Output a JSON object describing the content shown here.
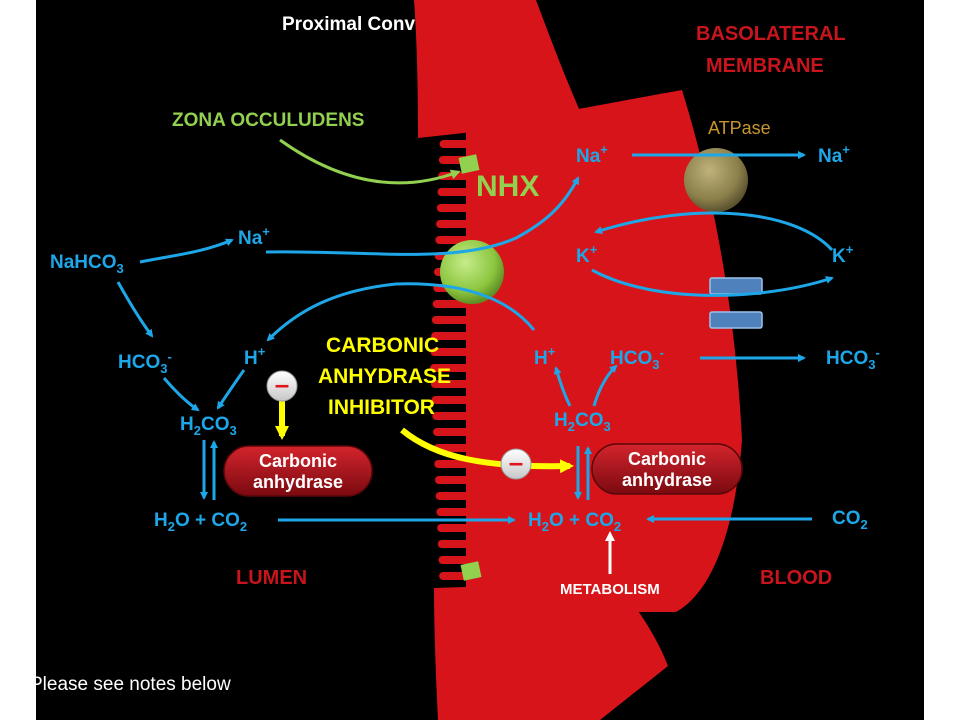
{
  "title": "Proximal Convoluted Tubule",
  "labels": {
    "basolateral_line1": "BASOLATERAL",
    "basolateral_line2": "MEMBRANE",
    "zona_occludens": "ZONA OCCULUDENS",
    "atpase": "ATPase",
    "nhx": "NHX",
    "na": "Na",
    "plus": "+",
    "k": "K",
    "nahco3_main": "NaHCO",
    "nahco3_sub": "3",
    "hco3_main": "HCO",
    "hco3_sub": "3",
    "hco3_sup": "-",
    "h": "H",
    "h2co3_h": "H",
    "h2co3_2": "2",
    "h2co3_co": "CO",
    "h2co3_3": "3",
    "water_co2_left": "H",
    "water_2": "2",
    "water_mid": "O + CO",
    "co2_main": "CO",
    "co2_sub": "2",
    "ca_inhibitor_line1": "CARBONIC",
    "ca_inhibitor_line2": "ANHYDRASE",
    "ca_inhibitor_line3": "INHIBITOR",
    "enzyme_line1": "Carbonic",
    "enzyme_line2": "anhydrase",
    "lumen": "LUMEN",
    "blood": "BLOOD",
    "metabolism": "METABOLISM",
    "minus": "–"
  },
  "footer_note": "Please see notes below",
  "colors": {
    "background": "#000000",
    "cell": "#d7141a",
    "membrane_label": "#c8141c",
    "arrow_blue": "#1ea7e8",
    "arrow_green": "#92d050",
    "arrow_yellow": "#ffff00",
    "nhx_transporter": "#92d050",
    "atpase_pump": "#8b7f4a",
    "k_channel": "#4f81bd",
    "enzyme": "#a8101a"
  }
}
